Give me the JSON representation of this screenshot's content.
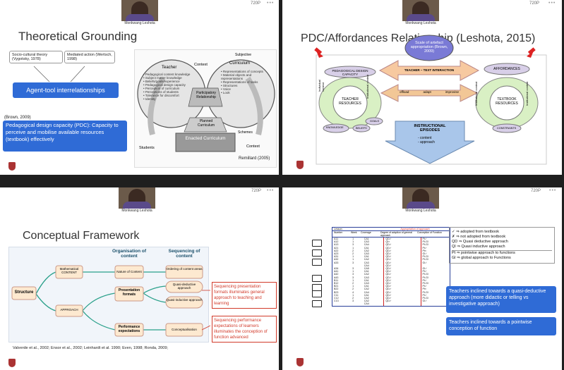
{
  "header": {
    "resolution": "720P"
  },
  "participant": {
    "name": "Monkwang Leshota"
  },
  "slide1": {
    "title": "Theoretical Grounding",
    "box1": "Socio-cultural theory (Vygotsky, 1978)",
    "box2": "Mediated action (Wertsch, 1998)",
    "blue1": "Agent-tool interrelationships",
    "brown": "(Brown, 2009)",
    "blue2": "Pedagogical design capacity (PDC): Capacity to perceive and mobilise available resources (textbook) effectively",
    "diagram": {
      "teacher": "Teacher",
      "teacher_items": [
        "• Pedagogical content knowledge",
        "• Subject matter knowledge",
        "• Beliefs/goals/experience",
        "• Pedagogical design capacity",
        "• Perception of curriculum",
        "• Perceptions of students",
        "• Tolerance for discomfort",
        "• Identity"
      ],
      "curriculum": "Curriculum",
      "curriculum_items": [
        "• Representations of concepts",
        "• Material objects and representations",
        "• Representations of tasks",
        "• Structures",
        "• Voice",
        "• Look"
      ],
      "subjective": "Subjective",
      "context": "Context",
      "participatory": "Participatory Relationship",
      "planned": "Planned Curriculum",
      "schemes": "Schemes",
      "enacted": "Enacted Curriculum",
      "students": "Students",
      "context2": "Context",
      "source": "Remillard (2005)"
    }
  },
  "slide2": {
    "title": "PDC/Affordances Relationship (Leshota, 2015)",
    "callout": "Scale of artefact appropriation (Brown, 2009)",
    "pdc": "PEDAGOGICAL DESIGN CAPACITY",
    "affordances": "AFFORDANCES",
    "teacher_resources": "TEACHER RESOURCES",
    "textbook_resources": "TEXTBOOK RESOURCES",
    "interaction": "TEACHER – TEXT INTERACTION",
    "scale": [
      "offload",
      "adapt",
      "improvise"
    ],
    "ctx_left": "Individual context",
    "ctx_right": "Institutional context",
    "ctx_left2": "Institutional context",
    "ctx_right2": "Institutional context",
    "beliefs": "BELIEFS",
    "goals": "GOALS",
    "knowledge": "KNOWLEDGE",
    "constraints": "CONSTRAINTS",
    "episodes": "INSTRUCTIONAL EPISODES",
    "episode_items": [
      "- content",
      "- approach"
    ]
  },
  "slide3": {
    "title": "Conceptual Framework",
    "col1": "Organisation of content",
    "col2": "Sequencing of content",
    "structure": "Structure",
    "math": "Mathematical CONTENT",
    "approach": "APPROACH",
    "nature": "Nature of Content",
    "ordering": "Ordering of content areas",
    "presentation": "Presentation formats",
    "quasi_ded": "Quasi-deductive approach",
    "quasi_ind": "Quasi-inductive approach",
    "performance": "Performance expectations",
    "conceptualisation": "Conceptualisation",
    "note1": "Sequencing presentation formats illuminates general approach to teaching and learning",
    "note2": "Sequencing performance expectations of learners illuminates the conception of function advanced",
    "refs": "Valverde et al., 2002; Ensor et al., 2002; Leinhardt et al. 1990; Even, 1998; Ronda, 2009;"
  },
  "slide4": {
    "table_head": {
      "lesson": "Lesson",
      "appropriation": "Appropriation of approach",
      "number": "Number",
      "week": "Week",
      "coverage": "Coverage",
      "degree": "Degree of adoption of general approach",
      "conception": "Conception of Function"
    },
    "rows": [
      [
        "A11",
        "1",
        "CA1",
        "QD✓",
        "Pt✓"
      ],
      [
        "A12",
        "1",
        "CA3",
        "QI×",
        "Pt-Gl"
      ],
      [
        "A13",
        "3",
        "CA4",
        "QD✓",
        "Pt-Gl"
      ],
      [
        "A21",
        "1",
        "CA1",
        "QD✓",
        "Pt✓"
      ],
      [
        "A22",
        "2",
        "CA2",
        "QD✓",
        "Pt×"
      ],
      [
        "A23",
        "2",
        "CA3",
        "QD✓",
        "Gl✓"
      ],
      [
        "A31",
        "1",
        "CA1",
        "QD✓",
        "Pt-Gl"
      ],
      [
        "A32",
        "1",
        "CA2",
        "QD✓",
        "Pt-Gl"
      ],
      [
        "A33",
        "3",
        "CA3",
        "QD✓",
        "Gl✓"
      ],
      [
        "",
        "",
        "CA4",
        "QD✓",
        ""
      ],
      [
        "A34",
        "3",
        "CA5",
        "QD✓",
        "Gl✓"
      ],
      [
        "A41",
        "1",
        "CA1",
        "QD✓",
        "Pt✓"
      ],
      [
        "A42",
        "3",
        "CA2",
        "QD✓",
        "Pt-Gl"
      ],
      [
        "A43",
        "3",
        "CA3",
        "QD✓",
        "Pt-Gl"
      ],
      [
        "B11",
        "1",
        "CA1",
        "QD✓",
        "Pt✓"
      ],
      [
        "B12",
        "2",
        "CA3",
        "QD✓",
        "Pt-Gl"
      ],
      [
        "B21",
        "1",
        "CA1",
        "QD✓",
        "Pt✓"
      ],
      [
        "B22",
        "2",
        "CA2",
        "QD✓",
        "Pt×"
      ],
      [
        "B23",
        "4",
        "CA4",
        "QD✓",
        "Pt-Gl"
      ],
      [
        "C11",
        "1",
        "CA1",
        "QD✓",
        "Pt✓"
      ],
      [
        "C12",
        "2",
        "CA2",
        "QD✓",
        "Pt-Gl"
      ],
      [
        "C13",
        "3",
        "CA2",
        "QD✓",
        "Gl✓"
      ],
      [
        "",
        "",
        "CA4",
        "",
        ""
      ]
    ],
    "legend": [
      "✓ ⇒ adopted from textbook",
      "✗ ⇒ not adopted from textbook",
      "QD ⇒ Quasi deductive approach",
      "QI ⇒ Quasi inductive approach",
      "Pt ⇒ pointwise approach to functions",
      "Gl ⇒ global approach to Functions"
    ],
    "blue1": "Teachers inclined towards a quasi-deductive approach (more didactic or telling vs investigative approach)",
    "blue2": "Teachers inclined towards a pointwise conception of function"
  },
  "colors": {
    "accent_blue": "#2f6bd6",
    "red": "#d23a2a",
    "teal": "#1f8a8a"
  }
}
